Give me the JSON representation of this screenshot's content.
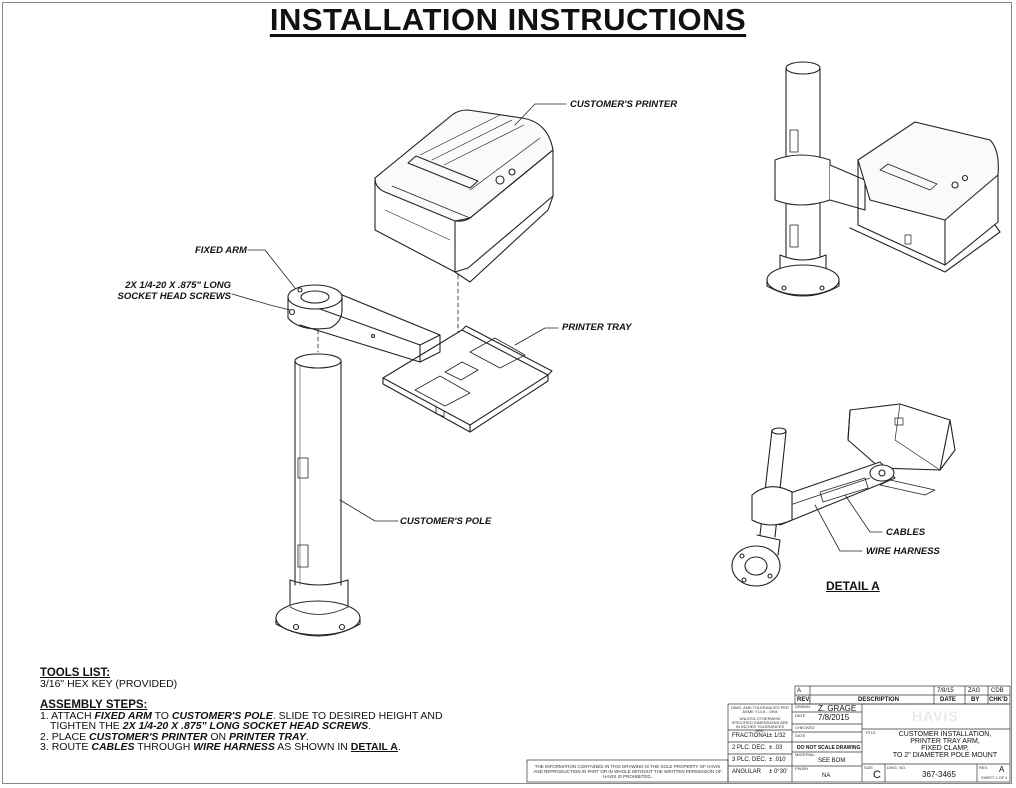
{
  "title": "INSTALLATION INSTRUCTIONS",
  "callouts": {
    "customers_printer": "CUSTOMER'S PRINTER",
    "fixed_arm": "FIXED ARM",
    "screws_line1": "2X 1/4-20 X .875\" LONG",
    "screws_line2": "SOCKET HEAD SCREWS",
    "printer_tray": "PRINTER TRAY",
    "customers_pole": "CUSTOMER'S POLE",
    "cables": "CABLES",
    "wire_harness": "WIRE HARNESS",
    "detail_a": "DETAIL A"
  },
  "tools": {
    "heading": "TOOLS LIST:",
    "items": [
      "3/16\" HEX KEY (PROVIDED)"
    ]
  },
  "assembly": {
    "heading": "ASSEMBLY STEPS:",
    "steps": [
      {
        "n": "1.",
        "a": "ATTACH ",
        "b": "FIXED ARM",
        "c": " TO ",
        "d": "CUSTOMER'S POLE",
        "e": ". SLIDE TO DESIRED HEIGHT AND"
      },
      {
        "n": "",
        "a": "TIGHTEN THE ",
        "b": "2X 1/4-20 X .875\" LONG SOCKET HEAD SCREWS",
        "c": ".",
        "d": "",
        "e": ""
      },
      {
        "n": "2.",
        "a": "PLACE ",
        "b": "CUSTOMER'S PRINTER",
        "c": " ON ",
        "d": "PRINTER TRAY",
        "e": "."
      },
      {
        "n": "3.",
        "a": "ROUTE ",
        "b": "CABLES",
        "c": " THROUGH ",
        "d": "WIRE HARNESS",
        "e": " AS SHOWN IN "
      }
    ],
    "step3_link": "DETAIL A",
    "step3_end": "."
  },
  "title_block": {
    "rev_head": "REV.",
    "rev_letter": "A",
    "description_head": "DESCRIPTION",
    "date_head": "DATE",
    "by_head": "BY",
    "chkd_head": "CHK'D",
    "rev_date": "7/8/15",
    "rev_by": "ZAG",
    "rev_chkd": "CDB",
    "dims_note": "DIMS. AND TOLERANCES PER ASME Y14.5 - 1994",
    "unless_note": "UNLESS OTHERWISE SPECIFIED DIMENSIONS ARE IN INCHES TOLERANCES ARE:",
    "fractional_label": "FRACTIONAL",
    "fractional_value": "± 1/32",
    "two_plc_label": "2 PLC. DEC.",
    "two_plc_value": "± .03",
    "three_plc_label": "3 PLC. DEC.",
    "three_plc_value": "± .010",
    "angular_label": "ANGULAR",
    "angular_value": "± 0°30'",
    "drawn_label": "DRAWN",
    "drawn_value": "Z. GRAGE",
    "date_label": "DATE",
    "date_value": "7/8/2015",
    "checked_label": "CHECKED",
    "date2_label": "DATE",
    "do_not_scale": "DO NOT SCALE DRAWING",
    "material_label": "MATERIAL",
    "material_value": "SEE BOM",
    "finish_label": "FINISH",
    "finish_value": "NA",
    "logo": "HAVIS",
    "title_label": "TITLE",
    "title_lines": [
      "CUSTOMER INSTALLATION,",
      "PRINTER TRAY ARM,",
      "FIXED CLAMP,",
      "TO 2\" DIAMETER POLE MOUNT"
    ],
    "size_label": "SIZE",
    "size_value": "C",
    "dwg_label": "DWG. NO.",
    "dwg_value": "367-3465",
    "rev2_label": "REV.",
    "rev2_value": "A",
    "sheet": "SHEET 1 OF 1",
    "disclaimer": "THE INFORMATION CONTAINED IN THIS DRAWING IS THE SOLE PROPERTY OF HAVIS AND REPRODUCTION IN PART OR IN WHOLE WITHOUT THE WRITTEN PERMISSION OF HAVIS IS PROHIBITED."
  }
}
